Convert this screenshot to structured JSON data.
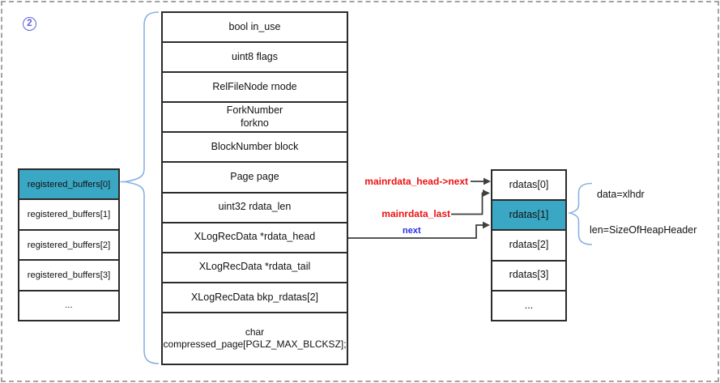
{
  "badge": {
    "number": "2"
  },
  "left_table": {
    "rows": [
      "registered_buffers[0]",
      "registered_buffers[1]",
      "registered_buffers[2]",
      "registered_buffers[3]",
      "..."
    ],
    "highlighted_index": 0
  },
  "struct_table": {
    "rows": [
      "bool in_use",
      "uint8 flags",
      "RelFileNode rnode",
      "ForkNumber\nforkno",
      "BlockNumber block",
      "Page page",
      "uint32 rdata_len",
      "XLogRecData *rdata_head",
      "XLogRecData *rdata_tail",
      "XLogRecData bkp_rdatas[2]",
      "char\ncompressed_page[PGLZ_MAX_BLCKSZ];"
    ]
  },
  "rdatas_table": {
    "rows": [
      "rdatas[0]",
      "rdatas[1]",
      "rdatas[2]",
      "rdatas[3]",
      "..."
    ],
    "highlighted_index": 1
  },
  "labels": {
    "mainrdata_head_next": "mainrdata_head->next",
    "mainrdata_last": "mainrdata_last",
    "next": "next",
    "data_xlhdr": "data=xlhdr",
    "len_sizeofheapheader": "len=SizeOfHeapHeader"
  },
  "colors": {
    "highlight_teal": "#3aa8c5",
    "label_red": "#ee1111",
    "label_blue": "#2a2ae6",
    "brace_blue": "#8ab1e0",
    "badge_blue": "#6060dd",
    "connector_gray": "#3f3f3f",
    "table_border": "#2b2b2b"
  }
}
